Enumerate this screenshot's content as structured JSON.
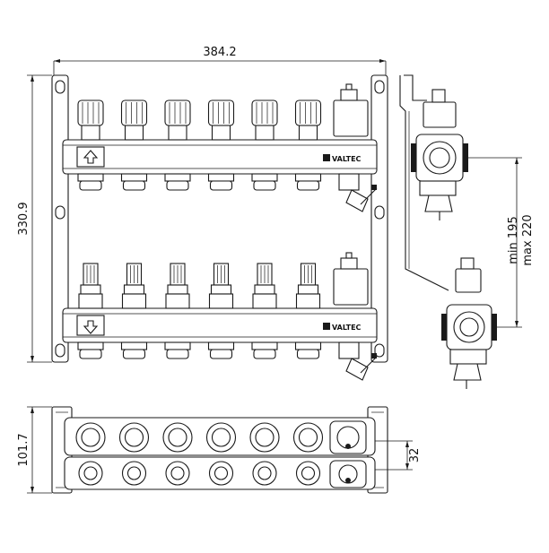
{
  "dimensions": {
    "overall_width": "384.2",
    "overall_height": "330.9",
    "bottom_view_height": "101.7",
    "outlet_spacing": "32",
    "adjust_min": "min 195",
    "adjust_max": "max 220"
  },
  "brand": {
    "upper_bar": "VALTEC",
    "lower_bar": "VALTEC"
  },
  "flow_arrows": {
    "supply": "up",
    "return": "down"
  },
  "outlet_count": 6,
  "icons": [
    "arrow-up-icon",
    "arrow-down-icon",
    "brand-logo-icon"
  ]
}
